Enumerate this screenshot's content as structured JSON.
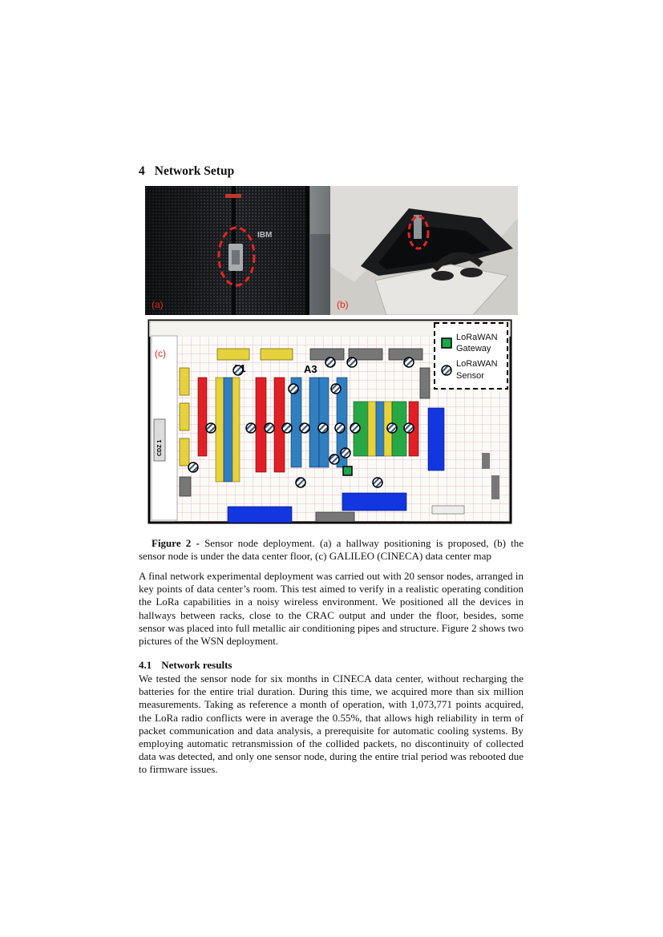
{
  "section": {
    "number": "4",
    "title": "Network Setup"
  },
  "figure": {
    "panel_a_label": "(a)",
    "panel_b_label": "(b)",
    "panel_c_label": "(c)",
    "rack_brand": "IBM",
    "legend": {
      "gateway": [
        "LoRaWAN",
        "Gateway"
      ],
      "sensor": [
        "LoRaWAN",
        "Sensor"
      ]
    },
    "map_labels": {
      "a1": "A1",
      "a3": "A3",
      "cdz": "CDZ 1"
    },
    "caption_bold": "Figure 2 -",
    "caption_line1_rest": " Sensor node deployment. (a) a hallway positioning is proposed, (b) the",
    "caption_line2": "sensor node is under the data center floor, (c) GALILEO (CINECA) data center map"
  },
  "paragraph_1": "A final network experimental deployment was carried out with 20 sensor nodes, arranged in key points of data center’s room. This test aimed to verify in a realistic operating condition the LoRa capabilities in a noisy wireless environment. We positioned all the devices in hallways between racks, close to the CRAC output and under the floor, besides, some sensor was placed into full metallic air conditioning pipes and structure. Figure 2 shows two pictures of the WSN deployment.",
  "subsection": {
    "number": "4.1",
    "title": "Network results"
  },
  "paragraph_2": "We tested the sensor node for six months in CINECA data center, without recharging the batteries for the entire trial duration. During this time, we acquired more than six million measurements. Taking as reference a month of operation, with 1,073,771 points acquired, the LoRa radio conflicts were in average the 0.55%, that allows high reliability in term of packet communication and data analysis, a prerequisite for automatic cooling systems. By employing automatic retransmission of the collided packets, no discontinuity of collected data was detected, and only one sensor node, during the entire trial period was rebooted due to firmware issues.",
  "colors": {
    "highlight_red": "#e4251f",
    "gateway_green": "#1aa64b",
    "rack_red": "#e21f26",
    "rack_blue": "#2f7fc1",
    "rack_yellow": "#e6d23c",
    "crac_blue": "#1236e0"
  }
}
